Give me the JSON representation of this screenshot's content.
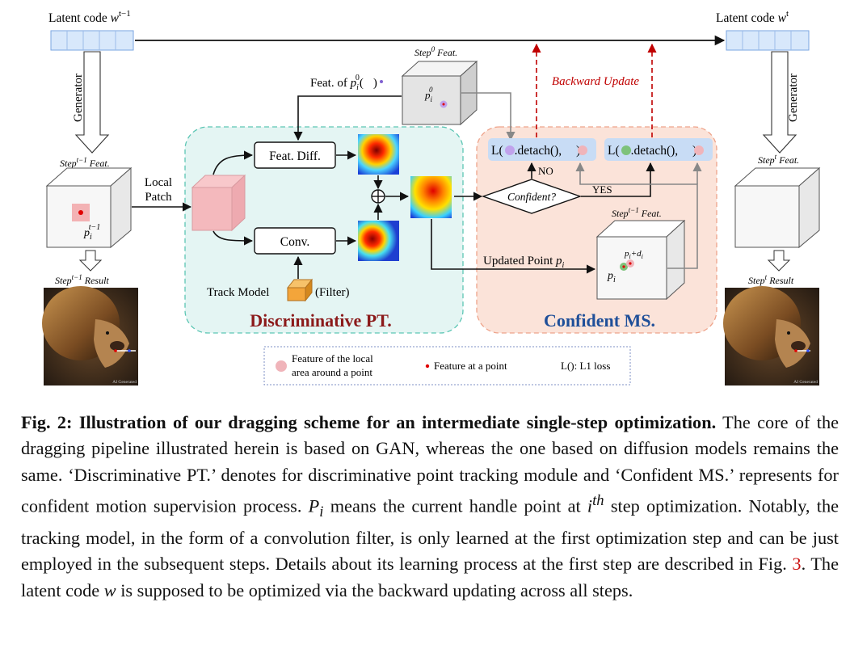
{
  "figure": {
    "latent_left": {
      "label": "Latent code ",
      "sym": "w",
      "sup": "t−1"
    },
    "latent_right": {
      "label": "Latent code ",
      "sym": "w",
      "sup": "t"
    },
    "generator": "Generator",
    "feat_left": {
      "prefix": "Step",
      "sup": "t−1",
      "suffix": " Feat."
    },
    "feat_right": {
      "prefix": "Step",
      "sup": "t",
      "suffix": " Feat."
    },
    "feat_step0": {
      "prefix": "Step",
      "sup": "0",
      "suffix": " Feat."
    },
    "feat_mid": {
      "prefix": "Step",
      "sup": "t−1",
      "suffix": " Feat."
    },
    "result_left": {
      "prefix": "Step",
      "sup": "t−1",
      "suffix": " Result"
    },
    "result_right": {
      "prefix": "Step",
      "sup": "t",
      "suffix": " Result"
    },
    "point_left": {
      "sym": "p",
      "sub": "i",
      "sup": "t−1"
    },
    "point_step0": {
      "sym": "p",
      "sub": "i",
      "sup": "0"
    },
    "local_patch": [
      "Local",
      "Patch"
    ],
    "feat_of": "Feat. of ",
    "feat_diff": "Feat. Diff.",
    "conv": "Conv.",
    "track_model": "Track Model",
    "filter": "(Filter)",
    "backward_update": "Backward Update",
    "loss_box": [
      "L(",
      ".detach(), ",
      ")"
    ],
    "no": "NO",
    "yes": "YES",
    "confident": "Confident?",
    "updated_point": "Updated Point ",
    "pi_di": "p",
    "module_left": "Discriminative PT.",
    "module_right": "Confident MS.",
    "ai_generated": "AI Generated",
    "legend": {
      "local_area": [
        "Feature of the local",
        "area around a point"
      ],
      "point": "Feature at a point",
      "loss": "L(): L1 loss"
    },
    "colors": {
      "teal_panel": "#e4f5f3",
      "teal_border": "#5cc6b4",
      "pink_panel": "#fbe3d9",
      "pink_border": "#eea38a",
      "latent_blue": "#d8e8fb",
      "loss_box": "#c8dcf5",
      "backward_red": "#c00000",
      "dark_red_title": "#8b1a1a",
      "blue_title": "#1f4f99"
    }
  },
  "caption": {
    "fig_label": "Fig. 2:",
    "title": "Illustration of our dragging scheme for an intermediate single-step optimization.",
    "s1": "The core of the dragging pipeline illustrated herein is based on GAN, whereas the one based on diffusion models remains the same. ‘Discriminative PT.’ denotes for discriminative point tracking module and ‘Confident MS.’ represents for confident motion supervision process. ",
    "Pi_sym": "P",
    "Pi_sub": "i",
    "s2": " means the current handle point at ",
    "ith_sym": "i",
    "ith_sup": "th",
    "s3": " step optimization. Notably, the tracking model, in the form of a convolution filter, is only learned at the first optimization step and can be just employed in the subsequent steps. Details about its learning process at the first step are described in Fig. ",
    "ref_num": "3",
    "s4": ". The latent code ",
    "w_sym": "w",
    "s5": " is supposed to be optimized via the backward updating across all steps."
  }
}
